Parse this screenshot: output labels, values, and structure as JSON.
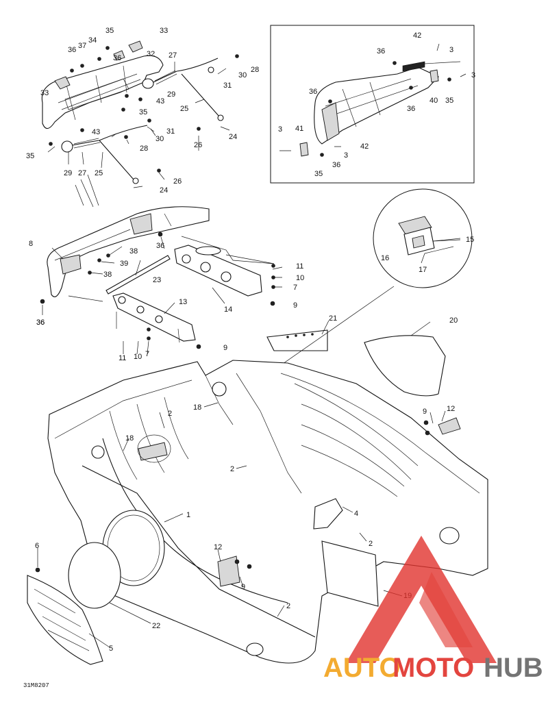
{
  "callouts": {
    "tl": [
      "35",
      "33",
      "36",
      "37",
      "34",
      "36",
      "32",
      "27",
      "28",
      "30",
      "31",
      "29",
      "43",
      "35",
      "25",
      "33",
      "35",
      "43",
      "31",
      "30",
      "28",
      "26",
      "24",
      "26",
      "24",
      "29",
      "27",
      "25"
    ],
    "tr": [
      "42",
      "3",
      "36",
      "3",
      "36",
      "36",
      "40",
      "35",
      "3",
      "41",
      "42",
      "3",
      "36",
      "35"
    ],
    "mid": [
      "8",
      "36",
      "38",
      "39",
      "36",
      "38",
      "23",
      "13",
      "14",
      "11",
      "10",
      "7",
      "9",
      "11",
      "10",
      "7",
      "9",
      "36",
      "15",
      "16",
      "17",
      "21",
      "20"
    ],
    "main": [
      "18",
      "2",
      "18",
      "2",
      "1",
      "4",
      "2",
      "9",
      "12",
      "6",
      "12",
      "9",
      "2",
      "22",
      "5",
      "19"
    ]
  },
  "drawing_code": "31M8207",
  "watermark": {
    "word_part1": "AUTO",
    "word_part2": "MOTO",
    "word_part3": "HUB",
    "color_orange": "#f2a31b",
    "color_red": "#e0312b",
    "color_gray": "#666666"
  }
}
